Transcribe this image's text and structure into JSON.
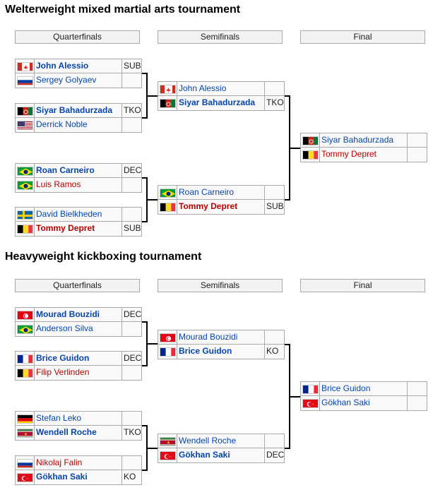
{
  "tournaments": [
    {
      "title": "Welterweight mixed martial arts tournament",
      "rounds": [
        "Quarterfinals",
        "Semifinals",
        "Final"
      ],
      "quarterfinals": [
        [
          {
            "flag": "canada",
            "name": "John Alessio",
            "score": "SUB",
            "style": "win"
          },
          {
            "flag": "russia",
            "name": "Sergey Golyaev",
            "score": "",
            "style": "lose"
          }
        ],
        [
          {
            "flag": "afghanistan",
            "name": "Siyar Bahadurzada",
            "score": "TKO",
            "style": "win"
          },
          {
            "flag": "usa",
            "name": "Derrick Noble",
            "score": "",
            "style": "lose"
          }
        ],
        [
          {
            "flag": "brazil",
            "name": "Roan Carneiro",
            "score": "DEC",
            "style": "win"
          },
          {
            "flag": "brazil",
            "name": "Luis Ramos",
            "score": "",
            "style": "red"
          }
        ],
        [
          {
            "flag": "sweden",
            "name": "David Bielkheden",
            "score": "",
            "style": "lose"
          },
          {
            "flag": "belgium",
            "name": "Tommy Depret",
            "score": "SUB",
            "style": "winred"
          }
        ]
      ],
      "semifinals": [
        [
          {
            "flag": "canada",
            "name": "John Alessio",
            "score": "",
            "style": "lose"
          },
          {
            "flag": "afghanistan",
            "name": "Siyar Bahadurzada",
            "score": "TKO",
            "style": "win"
          }
        ],
        [
          {
            "flag": "brazil",
            "name": "Roan Carneiro",
            "score": "",
            "style": "lose"
          },
          {
            "flag": "belgium",
            "name": "Tommy Depret",
            "score": "SUB",
            "style": "winred"
          }
        ]
      ],
      "final": [
        [
          {
            "flag": "afghanistan",
            "name": "Siyar Bahadurzada",
            "score": "",
            "style": "lose"
          },
          {
            "flag": "belgium",
            "name": "Tommy Depret",
            "score": "",
            "style": "red"
          }
        ]
      ]
    },
    {
      "title": "Heavyweight kickboxing tournament",
      "rounds": [
        "Quarterfinals",
        "Semifinals",
        "Final"
      ],
      "quarterfinals": [
        [
          {
            "flag": "tunisia",
            "name": "Mourad Bouzidi",
            "score": "DEC",
            "style": "win"
          },
          {
            "flag": "brazil",
            "name": "Anderson Silva",
            "score": "",
            "style": "lose"
          }
        ],
        [
          {
            "flag": "france",
            "name": "Brice Guidon",
            "score": "DEC",
            "style": "win"
          },
          {
            "flag": "belgium",
            "name": "Filip Verlinden",
            "score": "",
            "style": "red"
          }
        ],
        [
          {
            "flag": "germany",
            "name": "Stefan Leko",
            "score": "",
            "style": "lose"
          },
          {
            "flag": "suriname",
            "name": "Wendell Roche",
            "score": "TKO",
            "style": "win"
          }
        ],
        [
          {
            "flag": "russia",
            "name": "Nikolaj Falin",
            "score": "",
            "style": "red"
          },
          {
            "flag": "turkey",
            "name": "Gökhan Saki",
            "score": "KO",
            "style": "win"
          }
        ]
      ],
      "semifinals": [
        [
          {
            "flag": "tunisia",
            "name": "Mourad Bouzidi",
            "score": "",
            "style": "lose"
          },
          {
            "flag": "france",
            "name": "Brice Guidon",
            "score": "KO",
            "style": "win"
          }
        ],
        [
          {
            "flag": "suriname",
            "name": "Wendell Roche",
            "score": "",
            "style": "lose"
          },
          {
            "flag": "turkey",
            "name": "Gökhan Saki",
            "score": "DEC",
            "style": "win"
          }
        ]
      ],
      "final": [
        [
          {
            "flag": "france",
            "name": "Brice Guidon",
            "score": "",
            "style": "lose"
          },
          {
            "flag": "turkey",
            "name": "Gökhan Saki",
            "score": "",
            "style": "lose"
          }
        ]
      ]
    }
  ]
}
